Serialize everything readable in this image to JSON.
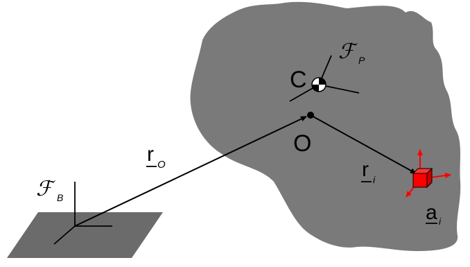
{
  "labels": {
    "body_frame": "ℱ",
    "body_frame_sub": "B",
    "platform_frame": "ℱ",
    "platform_frame_sub": "P",
    "centroid": "C",
    "origin": "O",
    "r_o_main": "r",
    "r_o_sub": "O",
    "r_i_main": "r",
    "r_i_sub": "i",
    "a_i_main": "a",
    "a_i_sub": "i"
  },
  "colors": {
    "blob": "#7a7a7a",
    "base_plate": "#6b6b6b",
    "line": "#000000",
    "accent": "#ff0000"
  }
}
